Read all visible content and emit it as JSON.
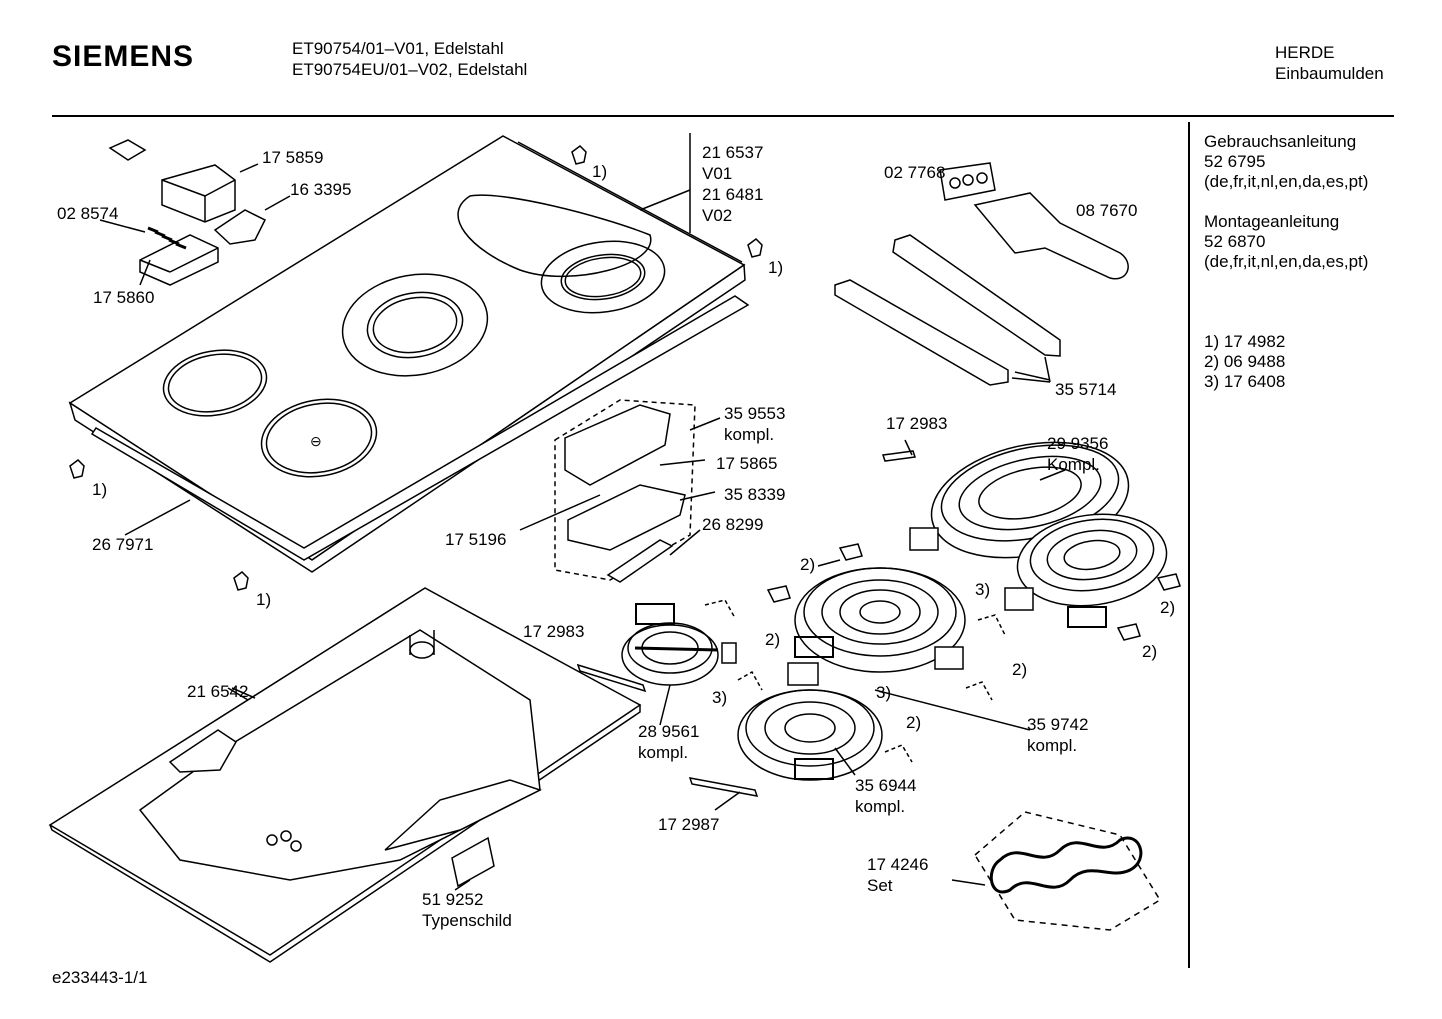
{
  "header": {
    "brand": "SIEMENS",
    "model_lines": [
      "ET90754/01–V01, Edelstahl",
      "ET90754EU/01–V02, Edelstahl"
    ],
    "category_lines": [
      "HERDE",
      "Einbaumulden"
    ]
  },
  "sidebar": {
    "manual_title": "Gebrauchsanleitung",
    "manual_number": "52 6795",
    "manual_langs": "(de,fr,it,nl,en,da,es,pt)",
    "assembly_title": "Montageanleitung",
    "assembly_number": "52 6870",
    "assembly_langs": "(de,fr,it,nl,en,da,es,pt)",
    "notes": [
      "1)  17 4982",
      "2)  06 9488",
      "3)  17 6408"
    ]
  },
  "labels": {
    "p175859": "17 5859",
    "p163395": "16 3395",
    "p028574": "02 8574",
    "p175860": "17 5860",
    "p216537": "21 6537",
    "v01": "V01",
    "p216481": "21 6481",
    "v02": "V02",
    "ref1": "1)",
    "p027768": "02 7768",
    "p087670": "08 7670",
    "p355714": "35 5714",
    "p359553": "35 9553",
    "kompl": "kompl.",
    "Kompl": "Kompl.",
    "p175865": "17 5865",
    "p358339": "35 8339",
    "p175196": "17 5196",
    "p268299": "26 8299",
    "p267971": "26 7971",
    "p172983": "17 2983",
    "p299356": "29 9356",
    "ref2": "2)",
    "ref3": "3)",
    "p289561": "28 9561",
    "p216542": "21 6542",
    "p359742": "35 9742",
    "p356944": "35 6944",
    "p172987": "17 2987",
    "p174246": "17 4246",
    "set": "Set",
    "p519252": "51 9252",
    "typenschild": "Typenschild"
  },
  "footer": {
    "drawing_id": "e233443-1/1"
  }
}
